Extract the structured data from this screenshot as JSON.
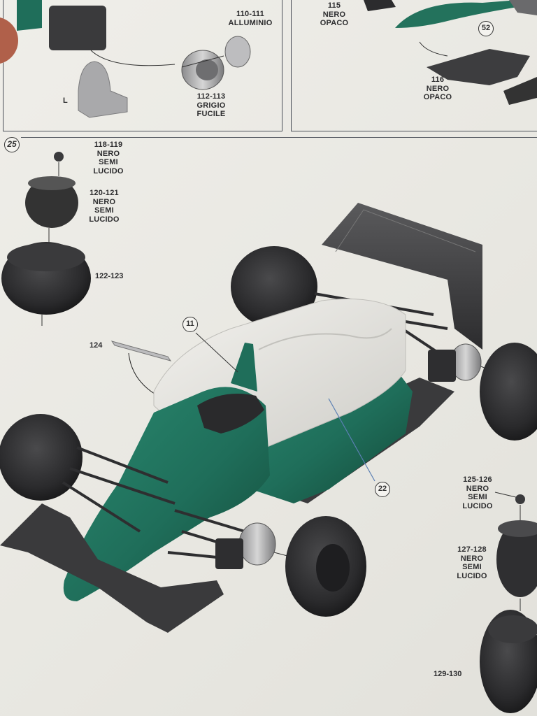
{
  "step_number": "25",
  "top_left_panel": {
    "parts_a": "110-111\nALLUMINIO",
    "parts_b": "112-113\nGRIGIO\nFUCILE",
    "side_letter": "L"
  },
  "top_right_panel": {
    "parts_a": "115\nNERO\nOPACO",
    "parts_b": "116\nNERO\nOPACO",
    "callout": "52"
  },
  "rear_wheel_stack": {
    "nut": "118-119\nNERO\nSEMI\nLUCIDO",
    "rim": "120-121\nNERO\nSEMI\nLUCIDO",
    "tyre": "122-123"
  },
  "windscreen": "124",
  "callouts": {
    "cockpit": "11",
    "sidepod": "22"
  },
  "front_wheel_stack": {
    "nut": "125-126\nNERO\nSEMI\nLUCIDO",
    "rim": "127-128\nNERO\nSEMI\nLUCIDO",
    "tyre": "129-130"
  },
  "colors": {
    "body_green": "#1f6e5a",
    "body_white": "#e9e8e4",
    "tyre_black": "#2b2b2d"
  }
}
